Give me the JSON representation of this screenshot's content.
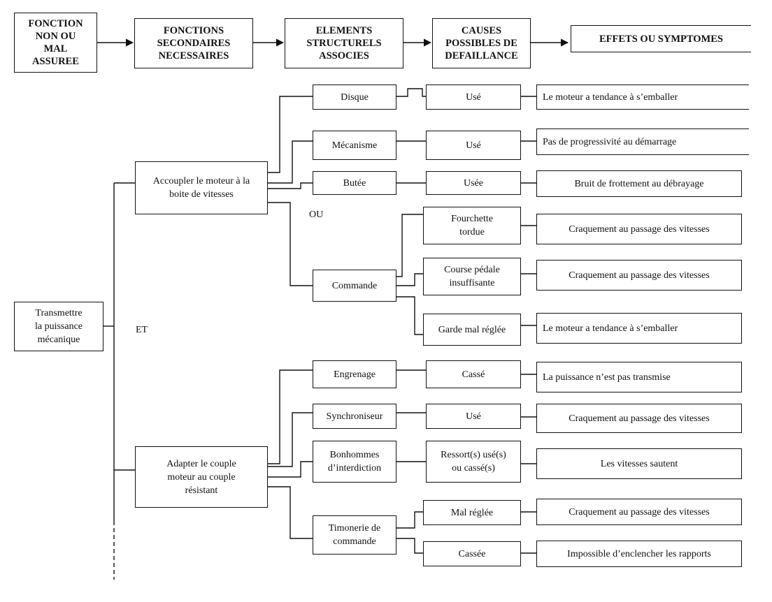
{
  "header": {
    "col1": "FONCTION\nNON OU\nMAL\nASSUREE",
    "col2": "FONCTIONS\nSECONDAIRES\nNECESSAIRES",
    "col3": "ELEMENTS\nSTRUCTURELS\nASSOCIES",
    "col4": "CAUSES\nPOSSIBLES DE\nDEFAILLANCE",
    "col5": "EFFETS OU SYMPTOMES"
  },
  "root": "Transmettre\nla puissance\nmécanique",
  "labels": {
    "et": "ET",
    "ou": "OU"
  },
  "secondary": {
    "s1": "Accoupler le moteur à la\nboite de vitesses",
    "s2": "Adapter le couple\nmoteur au couple\nrésistant"
  },
  "elements": {
    "disque": "Disque",
    "mecanisme": "Mécanisme",
    "butee": "Butée",
    "commande": "Commande",
    "engrenage": "Engrenage",
    "synchroniseur": "Synchroniseur",
    "bonhommes": "Bonhommes\nd’interdiction",
    "timonerie": "Timonerie de\ncommande"
  },
  "causes": {
    "disque": "Usé",
    "mecanisme": "Usé",
    "butee": "Usée",
    "fourchette": "Fourchette\ntordue",
    "course": "Course pédale\ninsuffisante",
    "garde": "Garde mal réglée",
    "engrenage": "Cassé",
    "synchroniseur": "Usé",
    "ressort": "Ressort(s) usé(s)\nou cassé(s)",
    "malreglee": "Mal réglée",
    "cassee": "Cassée"
  },
  "effects": {
    "disque": "Le moteur a tendance à s’emballer",
    "mecanisme": "Pas de progressivité au démarrage",
    "butee": "Bruit de frottement au débrayage",
    "fourchette": "Craquement au passage des vitesses",
    "course": "Craquement au passage des vitesses",
    "garde": "Le moteur a tendance à s’emballer",
    "engrenage": "La puissance n’est pas transmise",
    "synchroniseur": "Craquement au passage des vitesses",
    "ressort": "Les vitesses sautent",
    "malreglee": "Craquement au passage des vitesses",
    "cassee": "Impossible d’enclencher les rapports"
  }
}
